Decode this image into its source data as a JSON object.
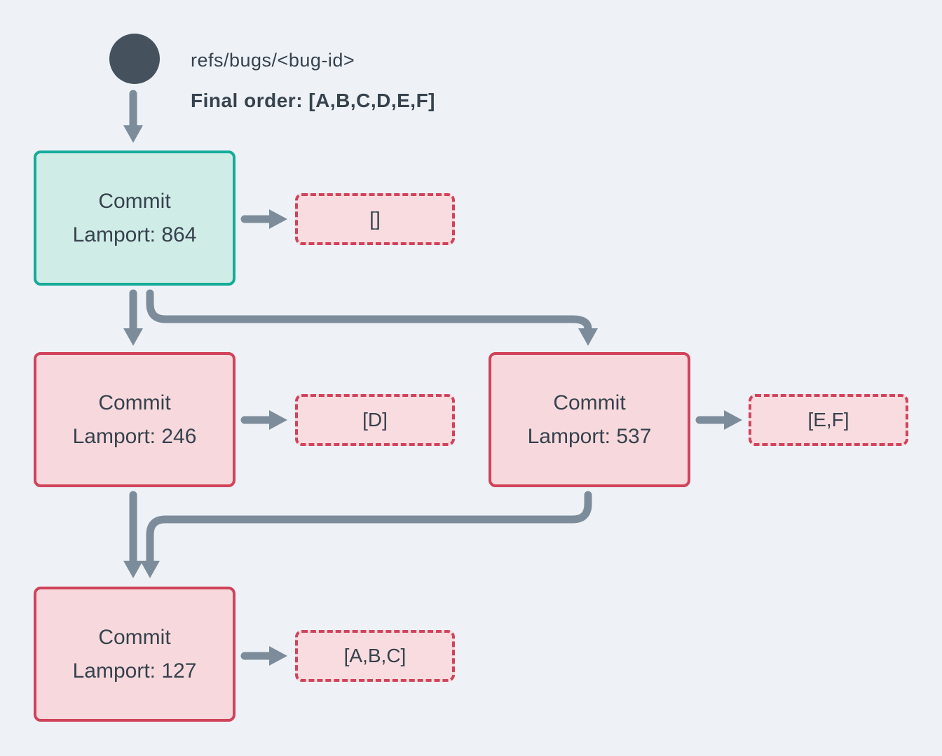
{
  "colors": {
    "background": "#eef2f6",
    "ink": "#36424d",
    "arrow": "#7d8c9b",
    "ref_circle": "#45525e",
    "teal_border": "#14ab99",
    "teal_fill": "#d0ece7",
    "pink_border": "#d0435a",
    "pink_fill": "#f7d9dd",
    "dashed_fill": "#f9dce0"
  },
  "ref": {
    "label": "refs/bugs/<bug-id>",
    "final_order": "Final order: [A,B,C,D,E,F]"
  },
  "commits": [
    {
      "id": "commit-864",
      "variant": "teal",
      "line1": "Commit",
      "line2": "Lamport: 864",
      "payload": "[]"
    },
    {
      "id": "commit-246",
      "variant": "pink",
      "line1": "Commit",
      "line2": "Lamport: 246",
      "payload": "[D]"
    },
    {
      "id": "commit-537",
      "variant": "pink",
      "line1": "Commit",
      "line2": "Lamport: 537",
      "payload": "[E,F]"
    },
    {
      "id": "commit-127",
      "variant": "pink",
      "line1": "Commit",
      "line2": "Lamport: 127",
      "payload": "[A,B,C]"
    }
  ]
}
